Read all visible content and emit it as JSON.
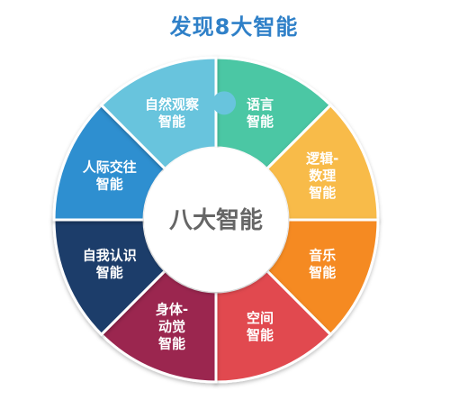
{
  "title": "发现8大智能",
  "center_label": "八大智能",
  "segments": [
    {
      "lines": [
        "语言",
        "智能"
      ],
      "color": "#4cc7a4"
    },
    {
      "lines": [
        "逻辑-",
        "数理",
        "智能"
      ],
      "color": "#f8bb4a"
    },
    {
      "lines": [
        "音乐",
        "智能"
      ],
      "color": "#f58a22"
    },
    {
      "lines": [
        "空间",
        "智能"
      ],
      "color": "#e14a4f"
    },
    {
      "lines": [
        "身体-",
        "动觉",
        "智能"
      ],
      "color": "#9b2750"
    },
    {
      "lines": [
        "自我认识",
        "智能"
      ],
      "color": "#1d3d6b"
    },
    {
      "lines": [
        "人际交往",
        "智能"
      ],
      "color": "#2f8fd0"
    },
    {
      "lines": [
        "自然观察",
        "智能"
      ],
      "color": "#68c4dd"
    }
  ]
}
